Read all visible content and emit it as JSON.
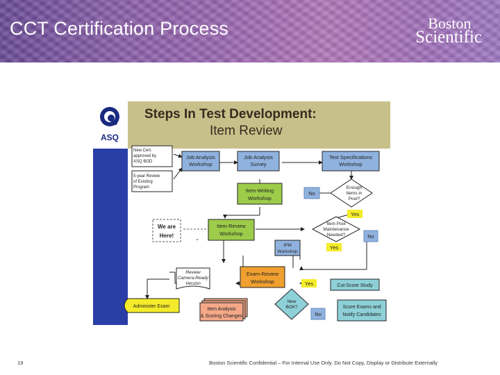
{
  "header": {
    "title": "CCT Certification Process",
    "logo_line1": "Boston",
    "logo_line2": "Scientific"
  },
  "figure": {
    "asq_logo": "ASQ",
    "heading_line1": "Steps In Test Development:",
    "heading_line2": "Item Review",
    "nodes": {
      "new_cert": [
        "New Cert.",
        "approved by",
        "ASQ BOD"
      ],
      "five_year": [
        "5-year Review",
        "of Existing",
        "Program"
      ],
      "job_workshop": [
        "Job Analysis",
        "Workshop"
      ],
      "job_survey": [
        "Job Analysis",
        "Survey"
      ],
      "test_specs": [
        "Test Specifications",
        "Workshop"
      ],
      "enough_items": [
        "Enough",
        "Items in",
        "Pool?"
      ],
      "item_writing": [
        "Item-Writing",
        "Workshop"
      ],
      "we_are_here": [
        "We are",
        "Here!"
      ],
      "item_review": [
        "Item-Review",
        "Workshop"
      ],
      "pool_maint": [
        "Item Pool",
        "Maintenance",
        "Needed?"
      ],
      "ipm": [
        "IPM",
        "Workshop"
      ],
      "exam_review": [
        "Exam-Review",
        "Workshop"
      ],
      "cut_score": [
        "Cut-Score Study"
      ],
      "review_camera": [
        "Review",
        "Camera-Ready",
        "Version"
      ],
      "administer": [
        "Administer Exam"
      ],
      "item_analysis": [
        "Item Analysis",
        "& Scoring Changes"
      ],
      "new_bok": [
        "New",
        "BOK?"
      ],
      "score_exams": [
        "Score Exams and",
        "Notify Candidates"
      ]
    },
    "labels": {
      "no1": "No",
      "yes1": "Yes",
      "no2": "No",
      "yes2": "Yes",
      "yes3": "Yes",
      "no3": "No"
    },
    "colors": {
      "heading_bg": "#c8c08a",
      "sidebar": "#2a3ea8",
      "blue_box": "#8fb2de",
      "green_box": "#9ccc4a",
      "orange_box": "#f0a030",
      "yellow_box": "#f4ec2a",
      "salmon_box": "#f4a888",
      "teal_box": "#8ed0d8"
    }
  },
  "footer": {
    "page_number": "19",
    "confidential": "Boston Scientific Confidential – For Internal Use Only.  Do Not Copy, Display or Distribute Externally"
  }
}
